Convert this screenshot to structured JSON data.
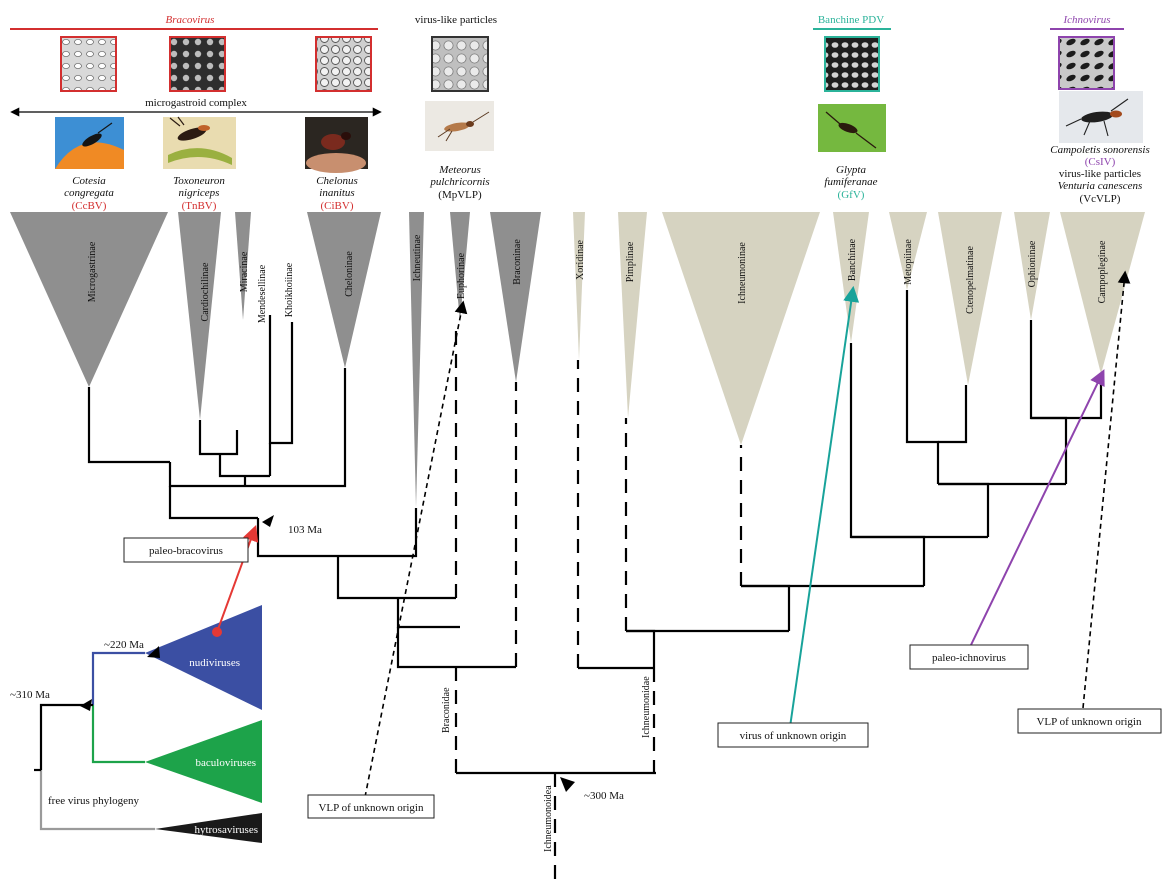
{
  "groups": {
    "bracovirus": {
      "label": "Bracovirus",
      "color": "#d32f2f"
    },
    "vlp": {
      "label": "virus-like particles"
    },
    "banchine": {
      "label": "Banchine PDV",
      "color": "#2bb39a"
    },
    "ichnovirus": {
      "label": "Ichnovirus",
      "color": "#8e44ad"
    }
  },
  "microgastroid": {
    "label": "microgastroid complex"
  },
  "species": [
    {
      "line1": "Cotesia",
      "line2": "congregata",
      "abbr": "(CcBV)",
      "abbr_color": "#d32f2f"
    },
    {
      "line1": "Toxoneuron",
      "line2": "nigriceps",
      "abbr": "(TnBV)",
      "abbr_color": "#d32f2f"
    },
    {
      "line1": "Chelonus",
      "line2": "inanitus",
      "abbr": "(CiBV)",
      "abbr_color": "#d32f2f"
    },
    {
      "line1": "Meteorus",
      "line2": "pulchricornis",
      "abbr": "(MpVLP)",
      "abbr_color": "#111111"
    },
    {
      "line1": "Glypta",
      "line2": "fumiferanae",
      "abbr": "(GfV)",
      "abbr_color": "#2bb39a"
    },
    {
      "line1": "Campoletis sonorensis",
      "line2": "",
      "abbr": "(CsIV)",
      "abbr_color": "#8e44ad"
    },
    {
      "line1": "virus-like particles",
      "line2": "Venturia canescens",
      "abbr": "(VcVLP)",
      "abbr_color": "#111111"
    }
  ],
  "clades": [
    {
      "name": "Microgastrinae",
      "family": "braconid"
    },
    {
      "name": "Cardiochilinae",
      "family": "braconid"
    },
    {
      "name": "Miracinae",
      "family": "braconid"
    },
    {
      "name": "Mendesellinae",
      "family": "braconid-light"
    },
    {
      "name": "Khoikhoiinae",
      "family": "braconid-light"
    },
    {
      "name": "Cheloninae",
      "family": "braconid"
    },
    {
      "name": "Ichneutinae",
      "family": "braconid"
    },
    {
      "name": "Euphorinae",
      "family": "braconid"
    },
    {
      "name": "Braconinae",
      "family": "braconid"
    },
    {
      "name": "Xoridinae",
      "family": "ichneumonid"
    },
    {
      "name": "Pimplinae",
      "family": "ichneumonid"
    },
    {
      "name": "Ichneumoninae",
      "family": "ichneumonid"
    },
    {
      "name": "Banchinae",
      "family": "ichneumonid"
    },
    {
      "name": "Metopiinae",
      "family": "ichneumonid"
    },
    {
      "name": "Ctenopelmatinae",
      "family": "ichneumonid"
    },
    {
      "name": "Ophioninae",
      "family": "ichneumonid"
    },
    {
      "name": "Campopleginae",
      "family": "ichneumonid"
    }
  ],
  "colors": {
    "braconid": "#8f8f8f",
    "ichneumonid": "#d6d3c1",
    "nudiviruses": "#3b4fa3",
    "baculoviruses": "#1da34a",
    "hytrosaviruses": "#1a1a1a"
  },
  "ages": {
    "bracovirus_origin": "103 Ma",
    "nudi_split": "~220 Ma",
    "virus_root": "~310 Ma",
    "ichneumonoidea_root": "~300 Ma"
  },
  "families": {
    "braconidae": "Braconidae",
    "ichneumonidae": "Ichneumonidae",
    "ichneumonoidea": "Ichneumonoidea"
  },
  "annotations": {
    "paleo_bracovirus": "paleo-bracovirus",
    "paleo_ichnovirus": "paleo-ichnovirus",
    "vlp_unknown_1": "VLP of unknown origin",
    "vlp_unknown_2": "VLP of unknown origin",
    "virus_unknown": "virus of unknown origin"
  },
  "virus_phylogeny": {
    "title": "free virus phylogeny",
    "nudiviruses": "nudiviruses",
    "baculoviruses": "baculoviruses",
    "hytrosaviruses": "hytrosaviruses"
  }
}
